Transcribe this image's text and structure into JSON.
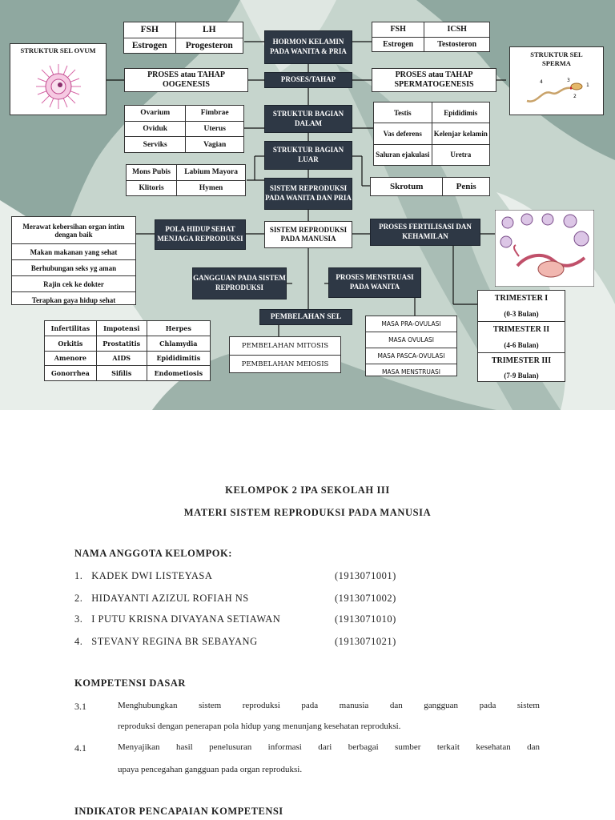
{
  "mindmap": {
    "hormon_center": "HORMON KELAMIN PADA WANITA & PRIA",
    "hormon_female": [
      "FSH",
      "LH",
      "Estrogen",
      "Progesteron"
    ],
    "hormon_male": [
      "FSH",
      "ICSH",
      "Estrogen",
      "Testosteron"
    ],
    "ovum_title": "STRUKTUR SEL OVUM",
    "sperma_title": "STRUKTUR SEL SPERMA",
    "sperma_labels": [
      "4",
      "3",
      "1",
      "2"
    ],
    "oogenesis": "PROSES atau TAHAP OOGENESIS",
    "proses_tahap": "PROSES/TAHAP",
    "spermatogenesis": "PROSES atau TAHAP SPERMATOGENESIS",
    "struktur_dalam": "STRUKTUR BAGIAN DALAM",
    "dalam_female": [
      "Ovarium",
      "Fimbrae",
      "Oviduk",
      "Uterus",
      "Serviks",
      "Vagian"
    ],
    "dalam_male": [
      "Testis",
      "Epididimis",
      "Vas deferens",
      "Kelenjar kelamin",
      "Saluran ejakulasi",
      "Uretra"
    ],
    "struktur_luar": "STRUKTUR BAGIAN LUAR",
    "luar_female": [
      "Mons Pubis",
      "Labium Mayora",
      "Klitoris",
      "Hymen"
    ],
    "luar_male": [
      "Skrotum",
      "Penis"
    ],
    "sistem_wanita_pria": "SISTEM REPRODUKSI PADA WANITA DAN PRIA",
    "sistem_manusia": "SISTEM REPRODUKSI PADA MANUSIA",
    "pola_hidup": "POLA HIDUP SEHAT MENJAGA REPRODUKSI",
    "pola_items": [
      "Merawat kebersihan organ intim dengan baik",
      "Makan makanan yang sehat",
      "Berhubungan seks yg aman",
      "Rajin cek ke dokter",
      "Terapkan gaya hidup sehat"
    ],
    "fertilisasi": "PROSES FERTILISASI DAN KEHAMILAN",
    "gangguan": "GANGGUAN PADA SISTEM REPRODUKSI",
    "gangguan_items": [
      "Infertilitas",
      "Impotensi",
      "Herpes",
      "Orkitis",
      "Prostatitis",
      "Chlamydia",
      "Amenore",
      "AIDS",
      "Epididimitis",
      "Gonorrhea",
      "Sifilis",
      "Endometiosis"
    ],
    "menstruasi": "PROSES MENSTRUASI PADA WANITA",
    "menstruasi_items": [
      "MASA PRA-OVULASI",
      "MASA OVULASI",
      "MASA PASCA-OVULASI",
      "MASA MENSTRUASI"
    ],
    "pembelahan": "PEMBELAHAN SEL",
    "pembelahan_items": [
      "PEMBELAHAN MITOSIS",
      "PEMBELAHAN MEIOSIS"
    ],
    "trimester": [
      "TRIMESTER I",
      "(0-3 Bulan)",
      "TRIMESTER II",
      "(4-6 Bulan)",
      "TRIMESTER III",
      "(7-9 Bulan)"
    ]
  },
  "document": {
    "title1": "KELOMPOK 2 IPA SEKOLAH III",
    "title2": "MATERI SISTEM REPRODUKSI PADA MANUSIA",
    "members_heading": "NAMA ANGGOTA KELOMPOK:",
    "members": [
      {
        "no": "1.",
        "name": "KADEK DWI LISTEYASA",
        "id": "(1913071001)"
      },
      {
        "no": "2.",
        "name": "HIDAYANTI AZIZUL ROFIAH NS",
        "id": "(1913071002)"
      },
      {
        "no": "3.",
        "name": "I PUTU KRISNA DIVAYANA SETIAWAN",
        "id": "(1913071010)"
      },
      {
        "no": "4.",
        "name": "STEVANY REGINA BR SEBAYANG",
        "id": "(1913071021)"
      }
    ],
    "kd_heading": "KOMPETENSI DASAR",
    "kd": [
      {
        "no": "3.1",
        "line1": "Menghubungkan sistem reproduksi pada manusia dan gangguan pada sistem",
        "line2": "reproduksi dengan penerapan pola hidup yang menunjang kesehatan reproduksi."
      },
      {
        "no": "4.1",
        "line1": "Menyajikan hasil penelusuran informasi dari berbagai sumber terkait kesehatan dan",
        "line2": "upaya pencegahan gangguan pada organ reproduksi."
      }
    ],
    "indikator_heading": "INDIKATOR PENCAPAIAN KOMPETENSI"
  }
}
